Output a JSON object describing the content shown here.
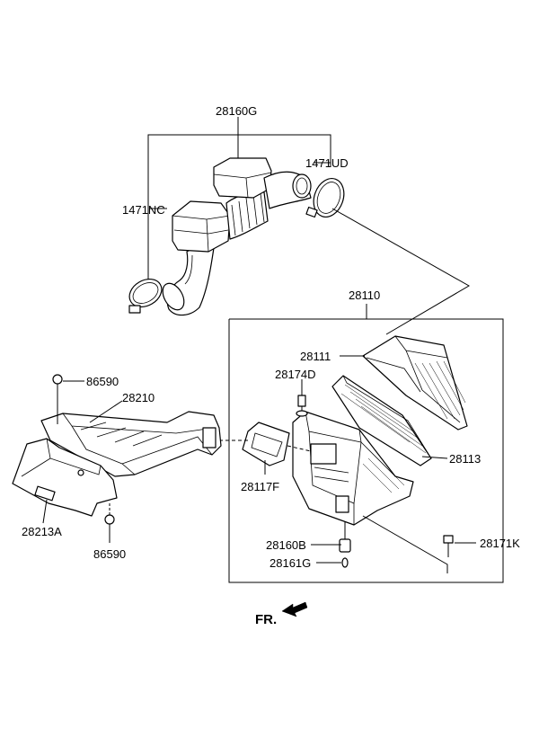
{
  "labels": {
    "p28160G": "28160G",
    "p1471UD": "1471UD",
    "p1471NC": "1471NC",
    "p28110": "28110",
    "p28111": "28111",
    "p28174D": "28174D",
    "p28113": "28113",
    "p28117F": "28117F",
    "p28160B": "28160B",
    "p28161G": "28161G",
    "p28171K": "28171K",
    "p86590_top": "86590",
    "p28210": "28210",
    "p28213A": "28213A",
    "p86590_bottom": "86590"
  },
  "direction_marker": {
    "text": "FR.",
    "icon": "arrow-icon"
  }
}
